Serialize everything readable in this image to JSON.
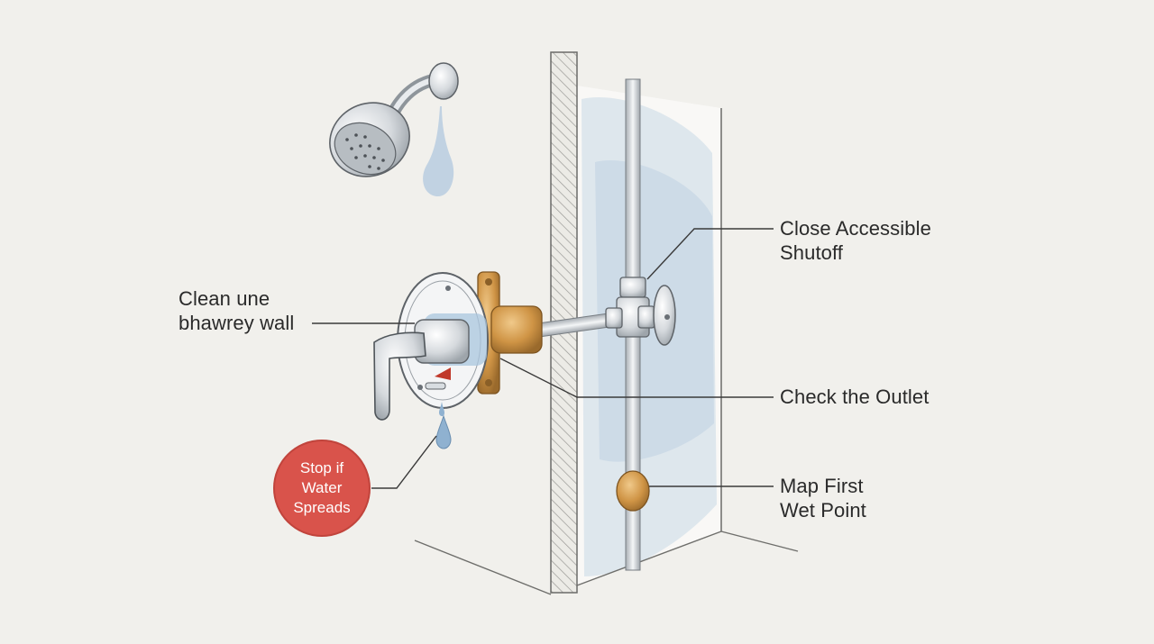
{
  "callouts": {
    "shutoff": {
      "line1": "Close Accessible",
      "line2": "Shutoff"
    },
    "wall": {
      "line1": "Clean une",
      "line2": "bhawrey wall"
    },
    "outlet": {
      "line1": "Check the Outlet"
    },
    "wetpoint": {
      "line1": "Map First",
      "line2": "Wet Point"
    }
  },
  "badge": {
    "line1": "Stop if",
    "line2": "Water",
    "line3": "Spreads"
  },
  "colors": {
    "background": "#f1f0ec",
    "badge": "#d9534b",
    "brass": "#c98f3e",
    "water": "#b9cde0",
    "chrome": "#c9ced3",
    "ink": "#3a3a3a"
  },
  "icons": [
    "shower-head-icon",
    "valve-handle-icon",
    "water-drop-icon",
    "shutoff-valve-icon"
  ]
}
